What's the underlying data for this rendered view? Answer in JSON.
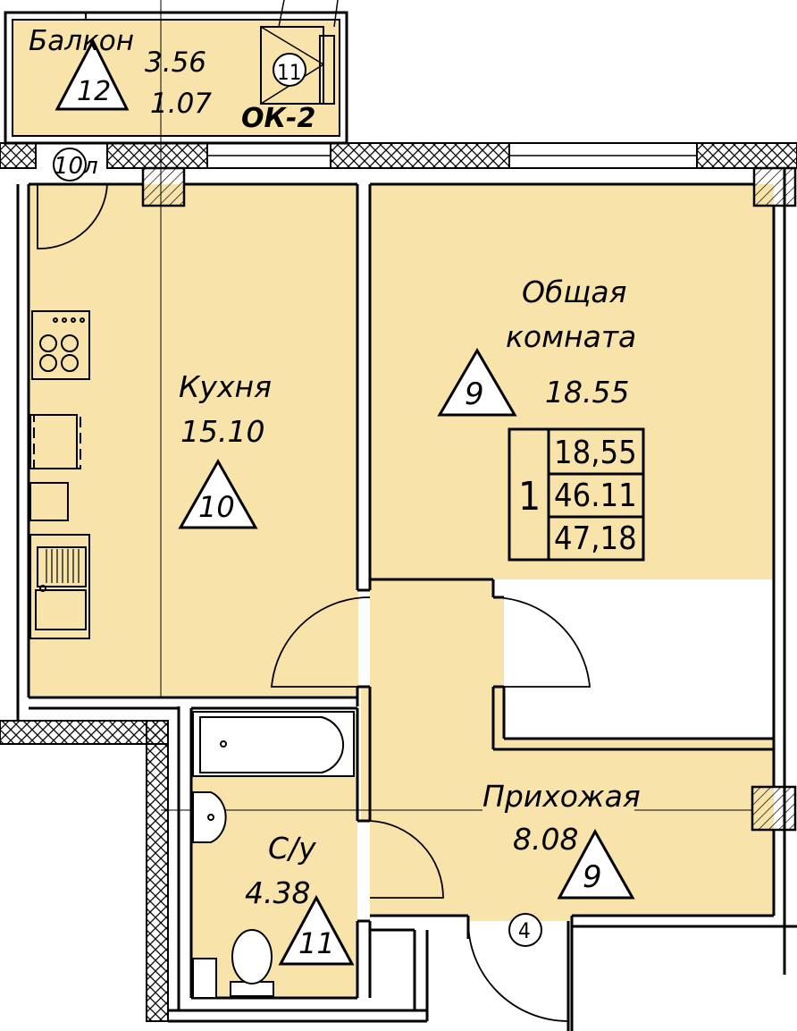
{
  "rooms": {
    "balcony": {
      "name": "Балкон",
      "area": "3.56",
      "area2": "1.07",
      "mark": "12",
      "window_mark": "11",
      "window_code": "ОК-2"
    },
    "kitchen": {
      "name": "Кухня",
      "area": "15.10",
      "mark": "10",
      "door_mark": "10л"
    },
    "living": {
      "name_line1": "Общая",
      "name_line2": "комната",
      "area": "18.55",
      "mark": "9"
    },
    "hall": {
      "name": "Прихожая",
      "area": "8.08",
      "mark": "9",
      "door_mark": "4"
    },
    "bath": {
      "name": "С/у",
      "area": "4.38",
      "mark": "11"
    }
  },
  "summary": {
    "rooms_count": "1",
    "living_area": "18,55",
    "total_area": "46.11",
    "total_with_balcony": "47,18"
  },
  "colors": {
    "floor": "#f8e3ab",
    "wall": "#000000",
    "background": "#ffffff"
  }
}
